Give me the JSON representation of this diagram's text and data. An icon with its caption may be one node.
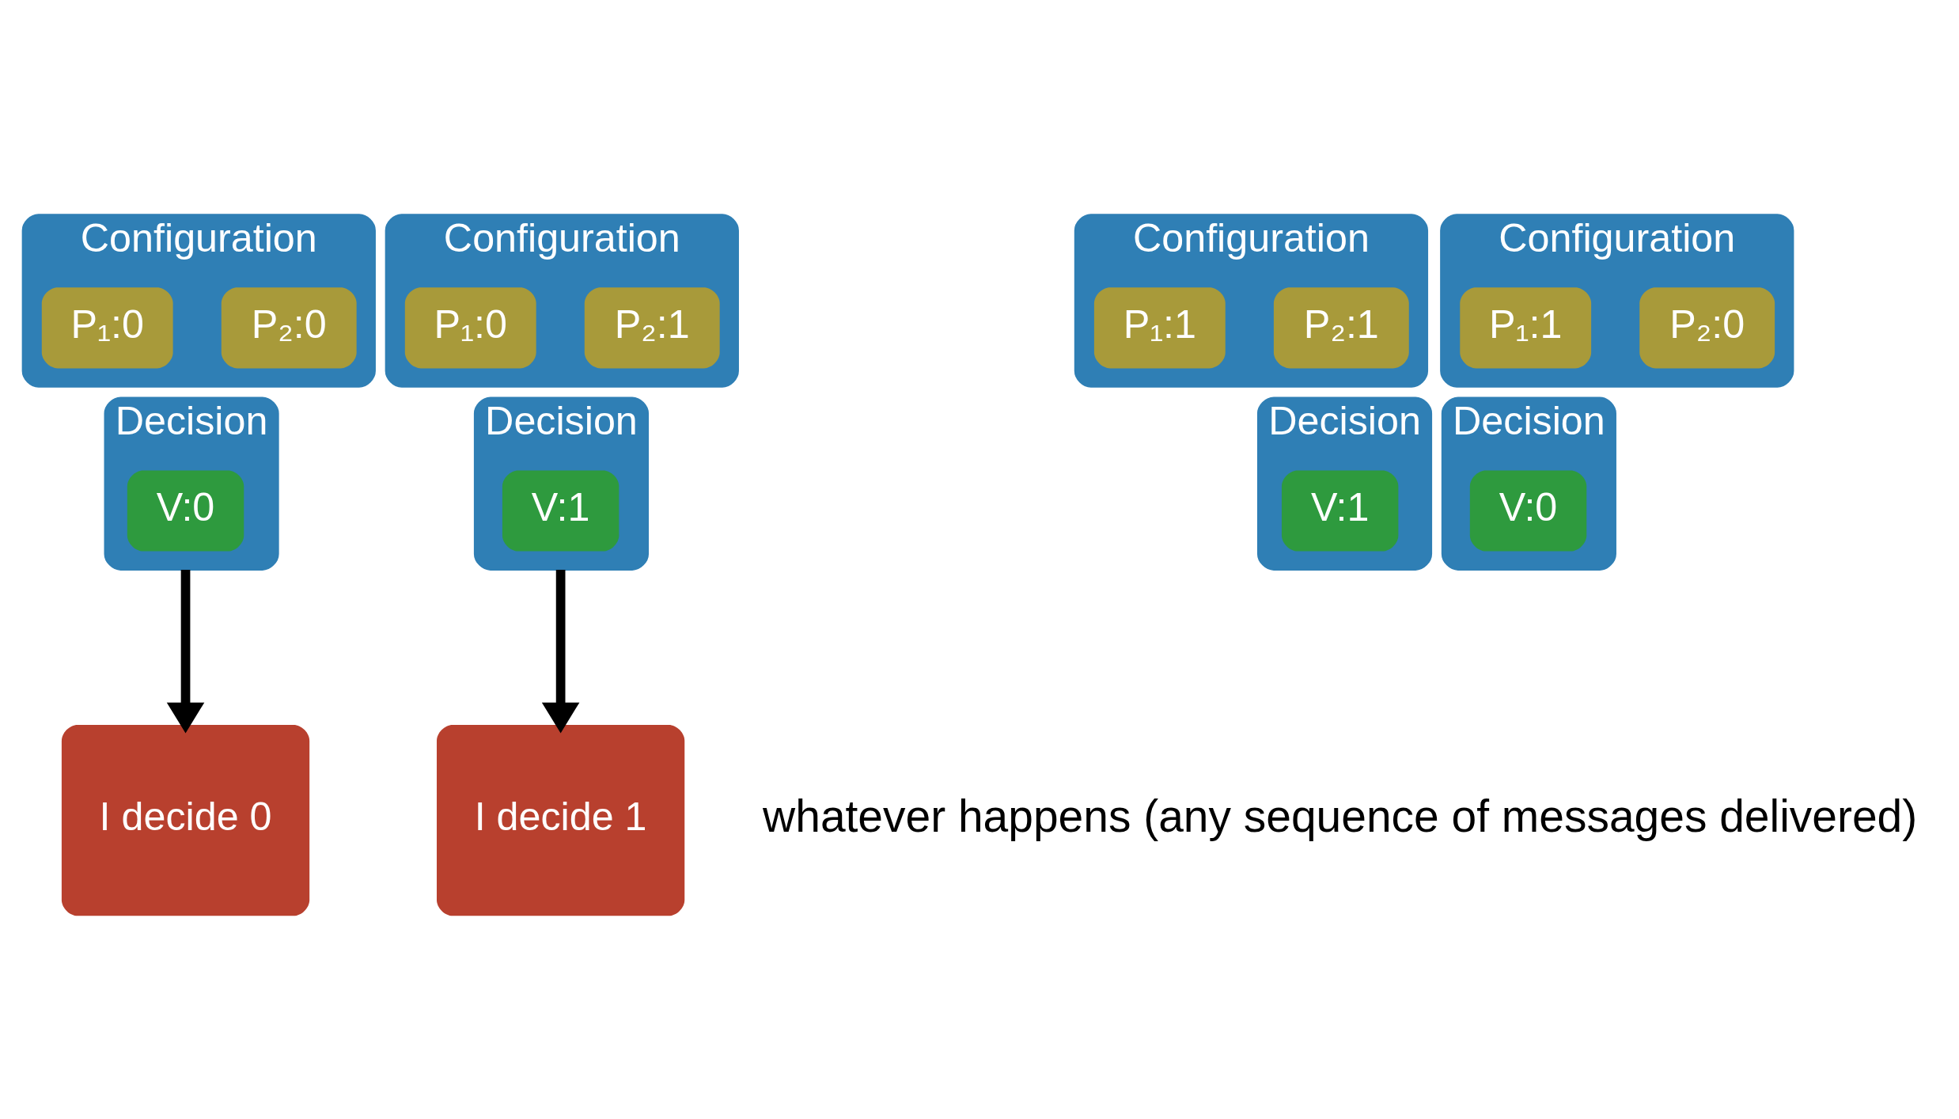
{
  "diagram": {
    "nodes": [
      {
        "text": [
          "Configuration"
        ]
      },
      {
        "text": [
          "P₁:0"
        ],
        "in": 0
      },
      {
        "text": [
          "P₂:0"
        ],
        "in": 0
      },
      {
        "text": [
          "Decision"
        ]
      },
      {
        "text": [
          "V:0"
        ],
        "in": 3
      },
      {
        "text": [
          "Configuration"
        ]
      },
      {
        "text": [
          "P₁:0"
        ],
        "in": 5
      },
      {
        "text": [
          "P₂:1"
        ],
        "in": 5
      },
      {
        "text": [
          "Decision"
        ]
      },
      {
        "text": [
          "V:1"
        ],
        "in": 8
      },
      {
        "text": [
          "Configuration"
        ]
      },
      {
        "text": [
          "P₁:1"
        ],
        "in": 10
      },
      {
        "text": [
          "P₂:1"
        ],
        "in": 10
      },
      {
        "text": [
          "Decision"
        ]
      },
      {
        "text": [
          "V:1"
        ],
        "in": 13
      },
      {
        "text": [
          "Configuration"
        ]
      },
      {
        "text": [
          "P₁:1"
        ],
        "in": 15
      },
      {
        "text": [
          "P₂:0"
        ],
        "in": 15
      },
      {
        "text": [
          "Decision"
        ]
      },
      {
        "text": [
          "V:0"
        ],
        "in": 18
      },
      {
        "text": [
          "I decide 0"
        ]
      },
      {
        "text": [
          "I decide 1"
        ]
      }
    ],
    "edges": [
      {
        "from": 3,
        "to": 20,
        "arrow": "to"
      },
      {
        "from": 8,
        "to": 21,
        "arrow": "to"
      }
    ],
    "labels": [
      "whatever happens (any sequence of messages delivered)"
    ]
  }
}
